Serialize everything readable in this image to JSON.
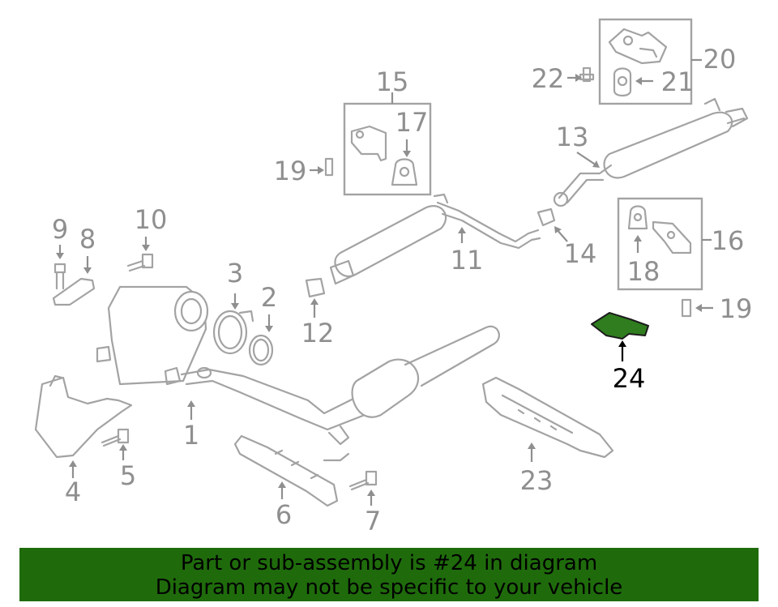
{
  "diagram": {
    "highlighted_part": "24",
    "callouts": [
      "1",
      "2",
      "3",
      "4",
      "5",
      "6",
      "7",
      "8",
      "9",
      "10",
      "11",
      "12",
      "13",
      "14",
      "15",
      "16",
      "17",
      "18",
      "19",
      "19",
      "20",
      "21",
      "22",
      "23",
      "24"
    ]
  },
  "banner": {
    "line1": "Part or sub-assembly is #24 in diagram",
    "line2": "Diagram may not be specific to your vehicle",
    "background": "#1f6b0c"
  },
  "colors": {
    "highlight": "#2f7d1e",
    "lineart": "#a3a3a3"
  }
}
